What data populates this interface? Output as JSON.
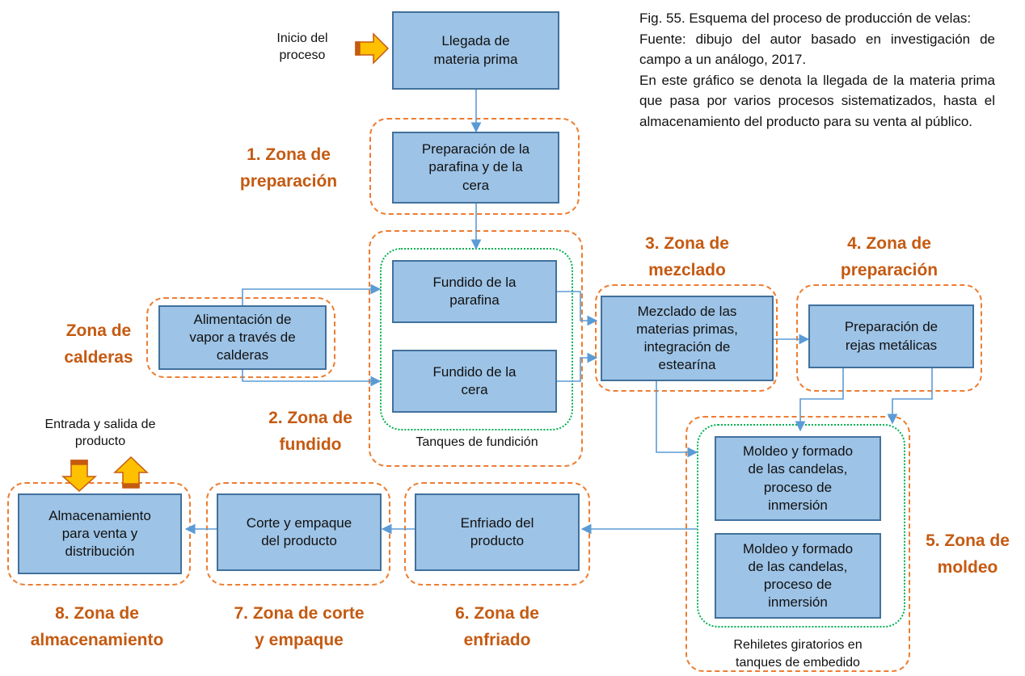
{
  "caption": {
    "title": "Fig. 55. Esquema del proceso de producción de velas:",
    "source": "Fuente: dibujo del autor basado en investigación de campo a un análogo, 2017.",
    "description": "En este gráfico se denota la llegada de la materia prima que pasa por varios procesos sistematizados, hasta el almacenamiento del producto para su venta al público."
  },
  "start_label": "Inicio del\nproceso",
  "io_label": "Entrada y salida de\nproducto",
  "boxes": {
    "llegada": "Llegada de\nmateria prima",
    "preparacion_parafina": "Preparación de la\nparafina y de la\ncera",
    "fundido_parafina": "Fundido de la\nparafina",
    "fundido_cera": "Fundido de la\ncera",
    "alimentacion": "Alimentación de\nvapor a través de\ncalderas",
    "mezclado": "Mezclado de las\nmaterias primas,\nintegración de\nestearína",
    "rejas": "Preparación de\nrejas metálicas",
    "moldeo_1": "Moldeo y formado\nde las candelas,\nproceso de\ninmersión",
    "moldeo_2": "Moldeo y formado\nde las candelas,\nproceso de\ninmersión",
    "enfriado": "Enfriado del\nproducto",
    "corte": "Corte y empaque\ndel producto",
    "almacenamiento": "Almacenamiento\npara venta y\ndistribución"
  },
  "sublabels": {
    "tanques_fundicion": "Tanques de fundición",
    "rehiletes": "Rehiletes giratorios en\ntanques de embedido"
  },
  "zones": {
    "z1": "1. Zona de\npreparación",
    "z2": "2. Zona de\nfundido",
    "z3": "3. Zona de\nmezclado",
    "z4": "4. Zona de\npreparación",
    "z5": "5. Zona de\nmoldeo",
    "z6": "6. Zona de\nenfriado",
    "z7": "7. Zona de corte\ny empaque",
    "z8": "8. Zona de\nalmacenamiento",
    "calderas": "Zona de\ncalderas"
  },
  "colors": {
    "box_fill": "#9dc3e6",
    "box_border": "#41719c",
    "zone_dash": "#ed7d31",
    "zone_label": "#c55a11",
    "inner_dotted": "#00b050",
    "connector": "#5b9bd5",
    "arrow_fill": "#ffc000",
    "arrow_edge": "#c55a11"
  },
  "icons": [
    "arrow-right-icon",
    "arrow-down-icon",
    "arrow-up-icon"
  ]
}
